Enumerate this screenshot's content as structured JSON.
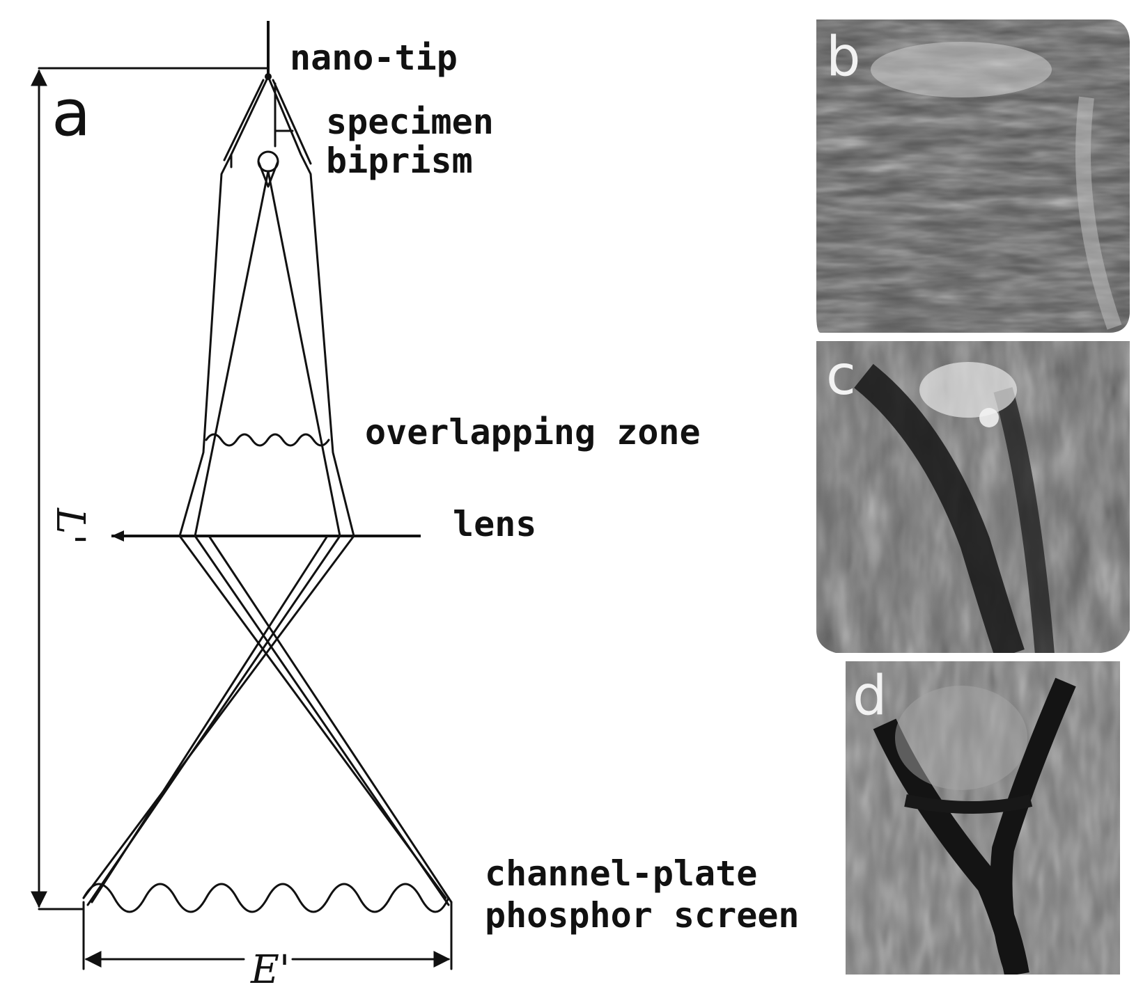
{
  "panels": {
    "a": "a",
    "b": "b",
    "c": "c",
    "d": "d"
  },
  "labels": {
    "nano_tip": "nano-tip",
    "specimen": "specimen",
    "biprism": "biprism",
    "overlapping_zone": "overlapping zone",
    "lens": "lens",
    "channel_plate": "channel-plate",
    "phosphor_screen": "phosphor screen"
  },
  "dimensions": {
    "length": "L'",
    "width": "E'"
  },
  "colors": {
    "line": "#111111",
    "micrograph_bg": "#5a5a5a"
  }
}
